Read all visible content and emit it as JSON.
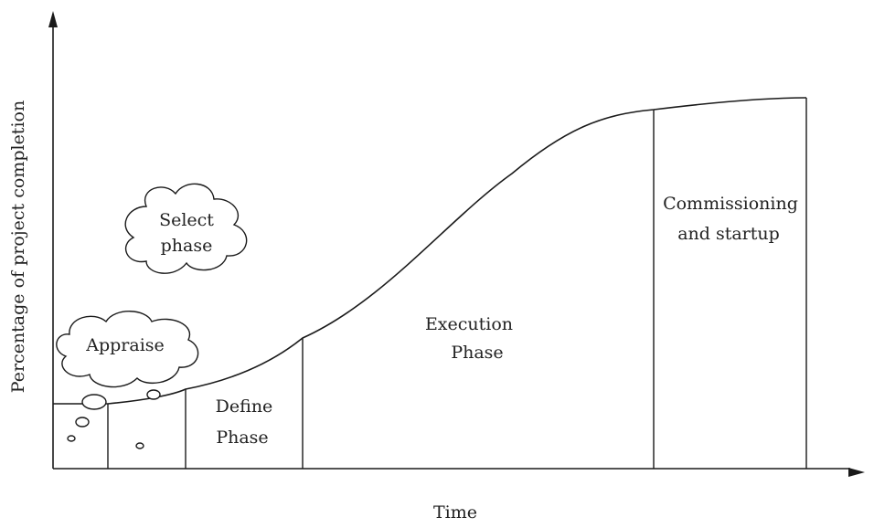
{
  "axes": {
    "xlabel": "Time",
    "ylabel": "Percentage of project completion"
  },
  "phases": [
    {
      "label_lines": [
        "Appraise"
      ]
    },
    {
      "label_lines": [
        "Select",
        "phase"
      ]
    },
    {
      "label_lines": [
        "Define",
        "Phase"
      ]
    },
    {
      "label_lines": [
        "Execution",
        "Phase"
      ]
    },
    {
      "label_lines": [
        "Commissioning",
        "and startup"
      ]
    }
  ],
  "colors": {
    "line": "#1a1a1a",
    "text": "#222222",
    "background": "#ffffff"
  }
}
